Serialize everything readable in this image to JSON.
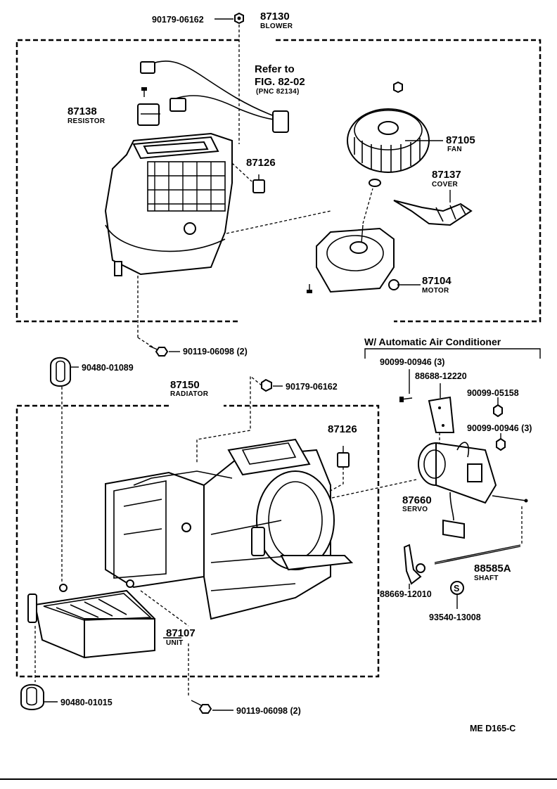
{
  "blower_group": {
    "p90179_top": "90179-06162",
    "p87130": "87130",
    "p87130_name": "BLOWER",
    "refer_line1": "Refer to",
    "refer_line2": "FIG. 82-02",
    "refer_line3": "(PNC 82134)",
    "p87138": "87138",
    "p87138_name": "RESISTOR",
    "p87126_top": "87126",
    "p87105": "87105",
    "p87105_name": "FAN",
    "p87137": "87137",
    "p87137_name": "COVER",
    "p87104": "87104",
    "p87104_name": "MOTOR"
  },
  "mid_parts": {
    "p90119_top": "90119-06098 (2)",
    "p90480_top": "90480-01089",
    "p90179_mid": "90179-06162"
  },
  "radiator_group": {
    "p87150": "87150",
    "p87150_name": "RADIATOR",
    "p87126_mid": "87126",
    "p87107": "87107",
    "p87107_name": "UNIT"
  },
  "bottom_parts": {
    "p90480_bottom": "90480-01015",
    "p90119_bottom": "90119-06098 (2)"
  },
  "auto_ac": {
    "heading": "W/ Automatic Air Conditioner",
    "p90099_00946_a": "90099-00946 (3)",
    "p88688": "88688-12220",
    "p90099_05158": "90099-05158",
    "p90099_00946_b": "90099-00946 (3)",
    "p87660": "87660",
    "p87660_name": "SERVO",
    "p88585A": "88585A",
    "p88585A_name": "SHAFT",
    "p88669": "88669-12010",
    "s_mark": "S",
    "p93540": "93540-13008"
  },
  "footer": {
    "code": "ME  D165-C"
  }
}
